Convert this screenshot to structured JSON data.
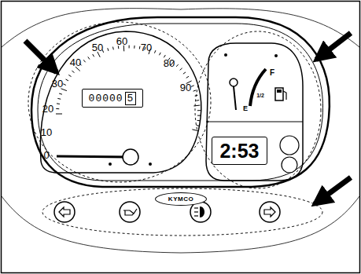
{
  "diagram": {
    "nodes": [
      {
        "text": [
          "00000",
          "5"
        ]
      },
      {
        "text": [
          "2:53"
        ]
      },
      {
        "text": [
          "KYMCO"
        ]
      }
    ],
    "labels": [
      "0",
      "10",
      "20",
      "30",
      "40",
      "50",
      "60",
      "70",
      "80",
      "90",
      "F",
      "1/2",
      "E"
    ]
  }
}
